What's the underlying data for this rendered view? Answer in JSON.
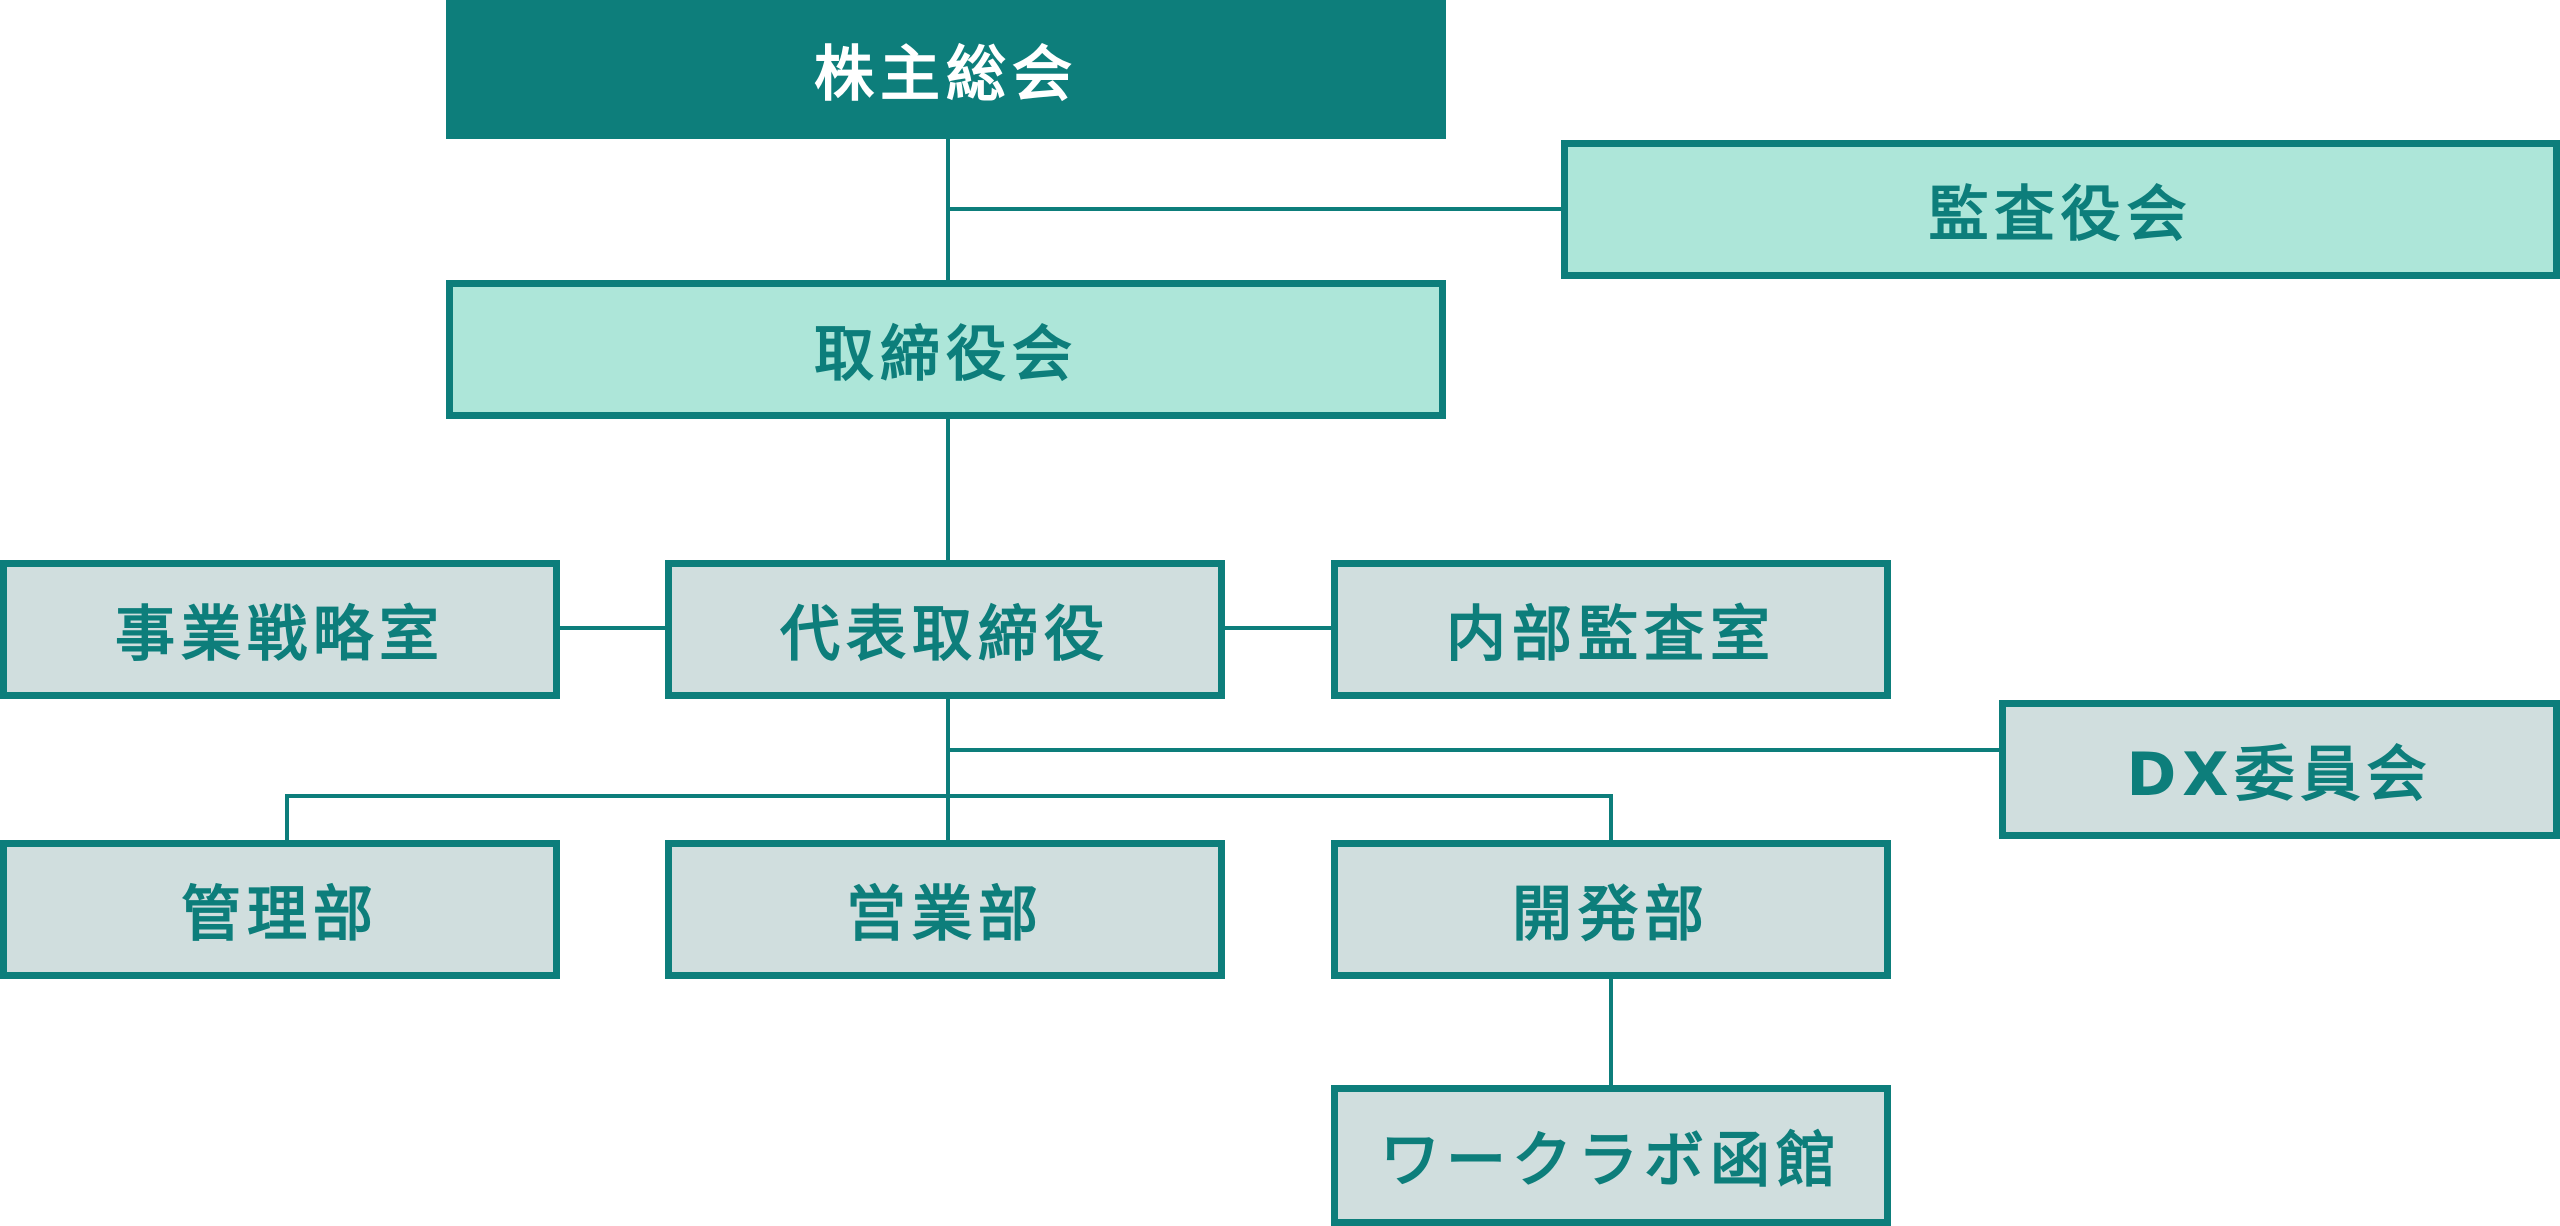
{
  "org_chart": {
    "shareholders_meeting": "株主総会",
    "audit_board": "監査役会",
    "board_of_directors": "取締役会",
    "business_strategy_office": "事業戦略室",
    "representative_director": "代表取締役",
    "internal_audit_office": "内部監査室",
    "dx_committee": "DX委員会",
    "administration_dept": "管理部",
    "sales_dept": "営業部",
    "development_dept": "開発部",
    "worklab_hakodate": "ワークラボ函館"
  },
  "colors": {
    "primary": "#0d7e7b",
    "mint_fill": "#ade6d9",
    "grey_fill": "#d0dede",
    "top_text": "#ffffff"
  }
}
